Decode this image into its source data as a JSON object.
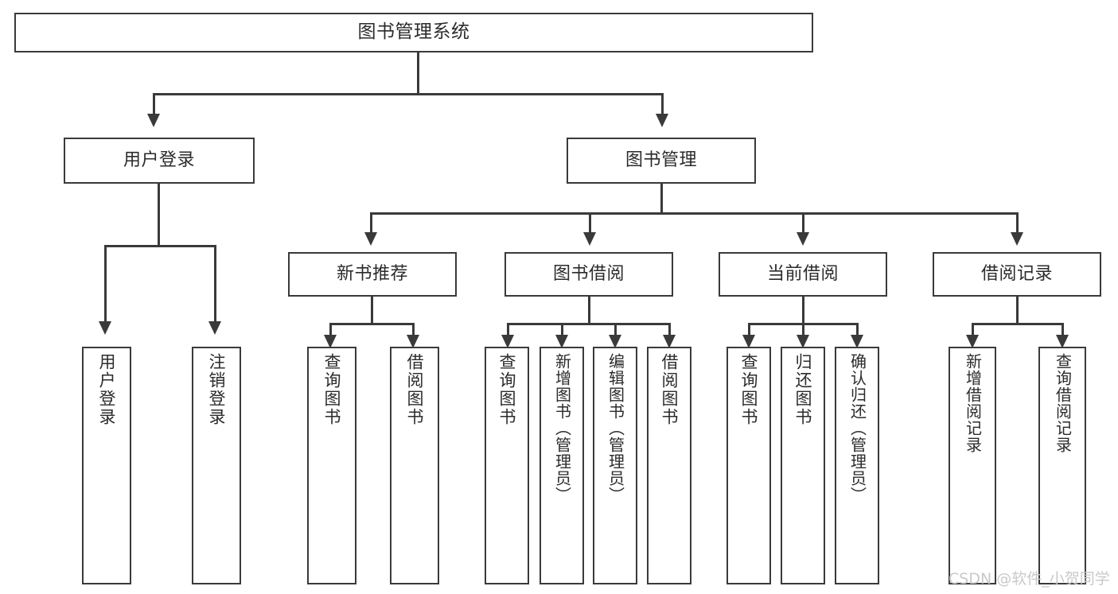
{
  "diagram": {
    "title": "图书管理系统",
    "type": "hierarchy-tree",
    "root": {
      "label": "图书管理系统"
    },
    "level2": [
      {
        "label": "用户登录"
      },
      {
        "label": "图书管理"
      }
    ],
    "level3": [
      {
        "label": "新书推荐"
      },
      {
        "label": "图书借阅"
      },
      {
        "label": "当前借阅"
      },
      {
        "label": "借阅记录"
      }
    ],
    "leaves": {
      "user_login": [
        {
          "label": "用户登录"
        },
        {
          "label": "注销登录"
        }
      ],
      "new_book_recommend": [
        {
          "label": "查询图书"
        },
        {
          "label": "借阅图书"
        }
      ],
      "book_borrow": [
        {
          "label": "查询图书"
        },
        {
          "label": "新增图书（管理员）"
        },
        {
          "label": "编辑图书（管理员）"
        },
        {
          "label": "借阅图书"
        }
      ],
      "current_borrow": [
        {
          "label": "查询图书"
        },
        {
          "label": "归还图书"
        },
        {
          "label": "确认归还（管理员）"
        }
      ],
      "borrow_record": [
        {
          "label": "新增借阅记录"
        },
        {
          "label": "查询借阅记录"
        }
      ]
    }
  },
  "watermark": {
    "text": "CSDN @软件_小贺同学"
  },
  "colors": {
    "box_border": "#3a3a3a",
    "connector": "#3a3a3a",
    "text": "#2b2b2b",
    "background": "#ffffff",
    "watermark": "#c9c9c9"
  }
}
